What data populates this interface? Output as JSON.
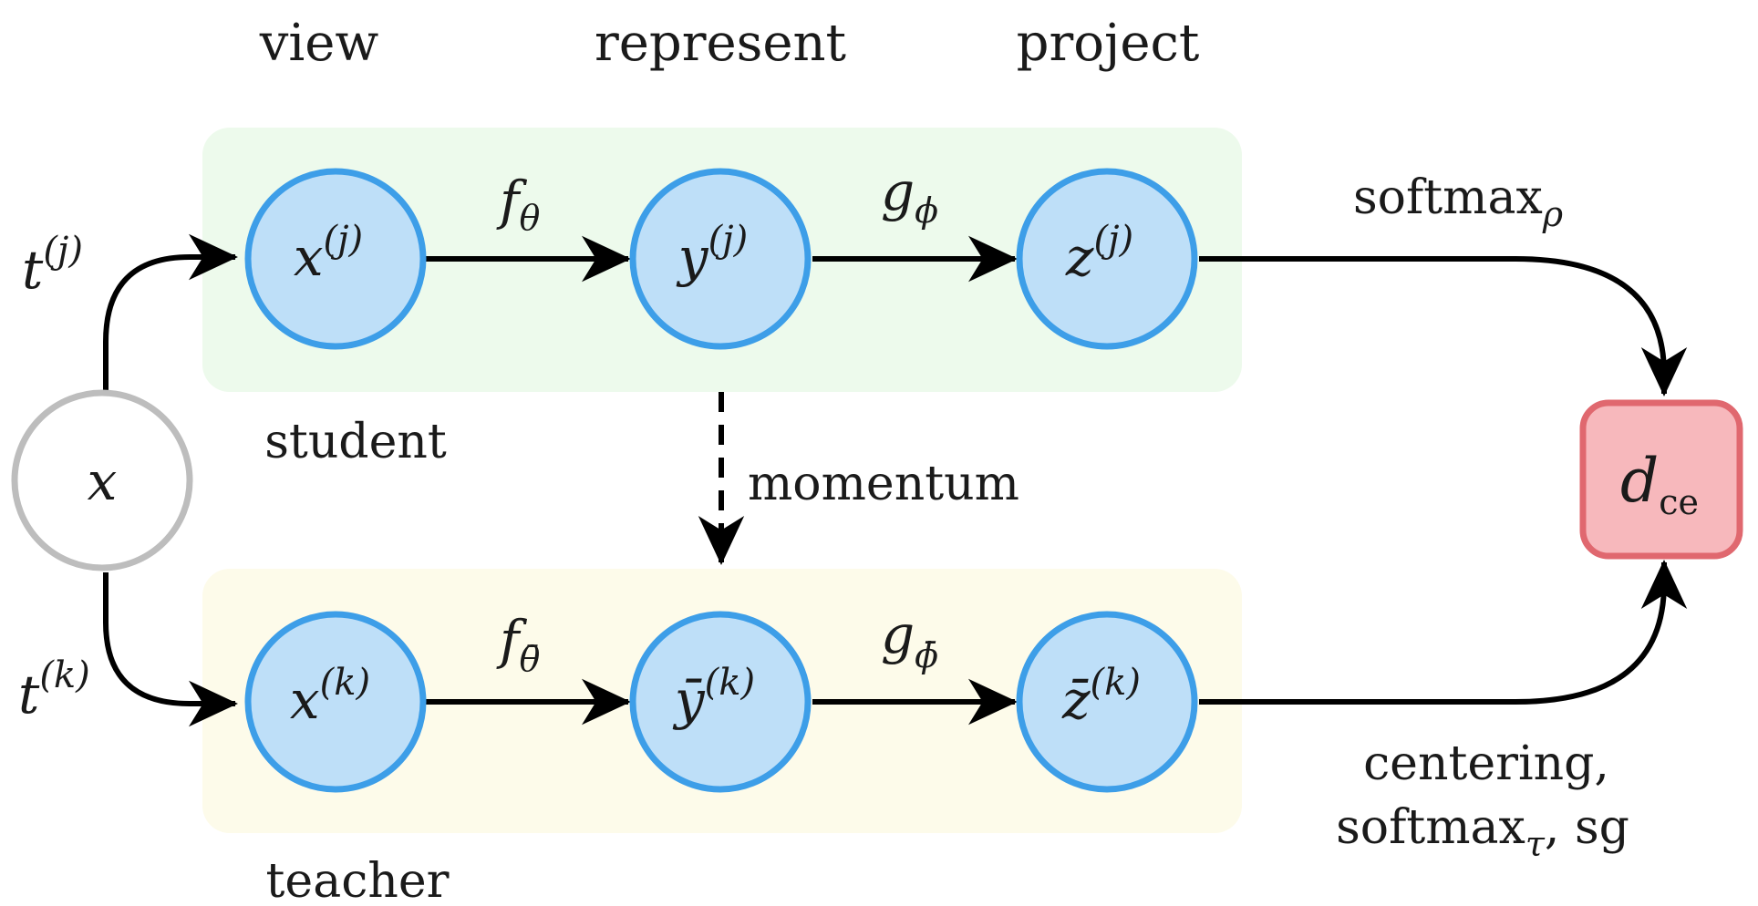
{
  "headers": {
    "view": "view",
    "represent": "represent",
    "project": "project"
  },
  "groups": {
    "student": "student",
    "teacher": "teacher"
  },
  "nodes": {
    "x": {
      "base": "x"
    },
    "xj": {
      "base": "x",
      "sup": "(j)"
    },
    "yj": {
      "base": "y",
      "sup": "(j)"
    },
    "zj": {
      "base": "z",
      "sup": "(j)"
    },
    "xk": {
      "base": "x",
      "sup": "(k)"
    },
    "yk": {
      "base": "ȳ",
      "sup": "(k)"
    },
    "zk": {
      "base": "z̄",
      "sup": "(k)"
    },
    "dce": {
      "base": "d",
      "sub": "ce"
    }
  },
  "edges": {
    "tj": {
      "base": "t",
      "sup": "(j)"
    },
    "tk": {
      "base": "t",
      "sup": "(k)"
    },
    "f_student": {
      "base": "f",
      "sub": "θ"
    },
    "g_student": {
      "base": "g",
      "sub": "ϕ"
    },
    "f_teacher": {
      "base": "f",
      "sub": "θ̄"
    },
    "g_teacher": {
      "base": "g",
      "sub": "ϕ̄"
    },
    "momentum": "momentum",
    "softmax_rho": {
      "base": "softmax",
      "sub": "ρ"
    },
    "teacher_out_line1": "centering,",
    "teacher_out_line2_base": "softmax",
    "teacher_out_line2_sub": "τ",
    "teacher_out_line2_rest": ", sg"
  },
  "colors": {
    "student_bg": "#edfaec",
    "teacher_bg": "#fdfbea",
    "node_fill": "#bedff8",
    "node_stroke": "#3d9ee8",
    "input_stroke": "#bdbdbd",
    "loss_fill": "#f7b8bc",
    "loss_stroke": "#e0686f"
  }
}
